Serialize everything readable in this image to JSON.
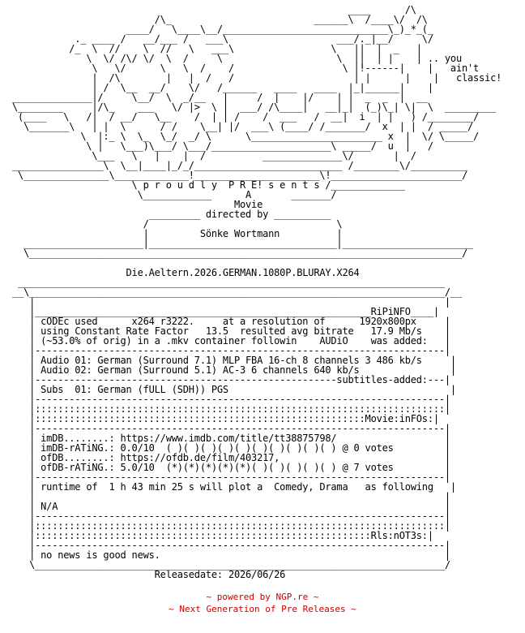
{
  "nfo": {
    "lines": [
      "                                                            ____      /\\",
      "                          /\\_                         ______\\  /____\\/  /\\",
      "                     ____/   \\____\\__/_____________________________\\_)_*_(_",
      "            ._ ____ /   __/___ /   ___\\                   ___/._|__/     \\/",
      "           /_  \\  //    \\  //   \\   ___\\                 \\   ||  |  _   |",
      "              \\  \\/ /\\/ \\/  \\  /     \\                    \\  ||  | |    | .. you",
      "               \\   \\/      \\   \\  /    /                   \\ |!------|    |   ain't",
      "               |  /\\        |   |  /   /                     | |      |    |   classic!",
      "               | /  \\__  __/    \\/   /______   ____   ____  |_|______|    |",
      " ______________|/     \\__/  \\  _/__   |     /  |    |/    | |  _  _  |  __",
      " \\________     |/\\_    ___   \\/ |>  \\ |  ___/ /\\____|   __|_|  (_)\\_| \\|  \\  _________",
      "  (____   \\   /|  / __/   \\__    /  | | /    /  ___   /  __|  i  | |   ) /________/",
      "   \\_______\\   | |  \\      / /    \\__| |/  ___\\ (____/ /_______/  x  | |  / _____/",
      "             \\  |:_ \\  \\_  \\_/  _/ \\      \\_______________________ x  |  \\/ \\_____/",
      "              \\ |   \\___)\\___/ \\___/_____________________\\ _____/  u  |   /",
      "               \\___   \\   |    |  /          ______________\\/       |  /",
      " ________________\\  \\__|____|_/_/__________________________ /________\\/__________",
      "  \\_______________\\_____________!______________________\\!_______________________/",
      "                      \\ p r o u d l y  P R E! s e n t s /_____________",
      "                       \\____________      A       _______/",
      "                                        Movie",
      "                         _________ directed by __________",
      "                        /                                 \\",
      "                        |         Sönke Wortmann          |",
      "   _____________________|_________________________________|_______________________",
      "   \\____________________________________________________________________________/",
      "",
      "                     Die.Aeltern.2026.GERMAN.1080P.BLURAY.X264",
      "  ___________________________________________________________________________",
      " __\\_________________________________________________________________________/__",
      "    |                                                                        |",
      "    |___________________________________________________________RiPiNFO____|",
      "    | cODEc used      x264 r3222.     at a resolution of      1920x800px     |",
      "    | using Constant Rate Factor   13.5  resulted avg bitrate   17.9 Mb/s    |",
      "    | (~53.0% of orig) in a .mkv container followin    AUDiO    was added:   |",
      "    |------------------------------------------------------------------------|",
      "    | Audio 01: German (Surround 7.1) MLP FBA 16-ch 8 channels 3 486 kb/s     |",
      "    | Audio 02: German (Surround 5.1) AC-3 6 channels 640 kb/s                |",
      "    |-----------------------------------------------------subtitles-added:---|",
      "    | Subs  01: German (fULL (SDH)) PGS                                       |",
      "    |------------------------------------------------------------------------|",
      "    |::::::::::::::::::::::::::::::::::::::::::::::::::::::::::::::::::::::::|",
      "    |::::::::::::::::::::::::::::::::::::::::::::::::::::::::::Movie:inFOs:|",
      "    |------------------------------------------------------------------------|",
      "    | imDB........: https://www.imdb.com/title/tt38875798/                   |",
      "    | imDB-rATiNG.: 0.0/10  ( )( )( )( )( )( )( )( )( )( ) @ 0 votes         |",
      "    | ofDB........: https://ofdb.de/film/403217,                             |",
      "    | ofDB-rATiNG.: 5.0/10  (*)(*)(*)(*)(*)( )( )( )( )( ) @ 7 votes         |",
      "    |------------------------------------------------------------------------|",
      "    | runtime of  1 h 43 min 25 s will plot a  Comedy, Drama   as following   |",
      "    |                                                                        |",
      "    | N/A                                                                    |",
      "    |------------------------------------------------------------------------|",
      "    |::::::::::::::::::::::::::::::::::::::::::::::::::::::::::::::::::::::::|",
      "    |:::::::::::::::::::::::::::::::::::::::::::::::::::::::::::Rls:nOT3s:|",
      "    |------------------------------------------------------------------------|",
      "    | no news is good news.                                                  |",
      "    \\________________________________________________________________________/",
      "                          Releasedate: 2026/06/26"
    ]
  },
  "footer": {
    "line1": "~ powered by NGP.re ~",
    "line2": "~ Next Generation of Pre Releases ~"
  }
}
